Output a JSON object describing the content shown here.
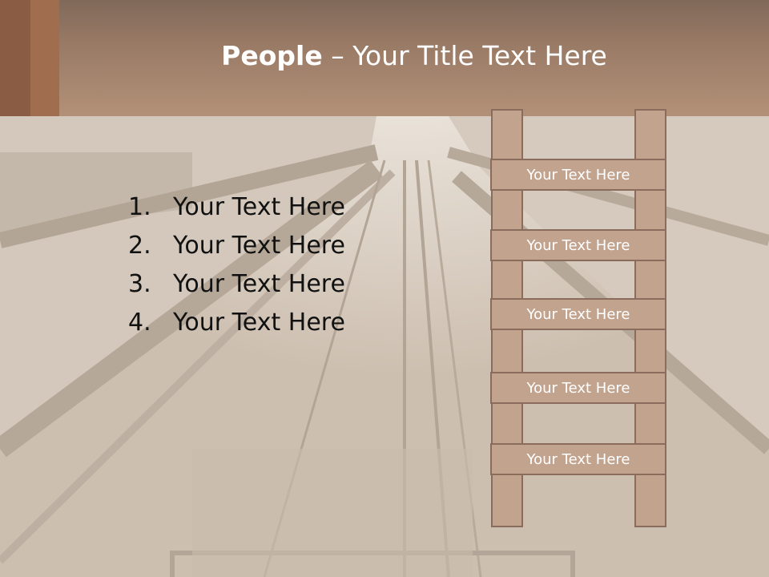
{
  "slide": {
    "title_bold": "People",
    "title_rest": " – Your Title Text Here",
    "list": [
      {
        "num": "1.",
        "text": "Your Text Here"
      },
      {
        "num": "2.",
        "text": "Your Text Here"
      },
      {
        "num": "3.",
        "text": "Your Text Here"
      },
      {
        "num": "4.",
        "text": "Your Text Here"
      }
    ],
    "ladder_rungs": [
      "Your Text Here",
      "Your Text Here",
      "Your Text Here",
      "Your Text Here",
      "Your Text Here"
    ]
  },
  "colors": {
    "title_bar": "#9a7b66",
    "accent_dark": "#8a5c43",
    "accent_mid": "#a06e4f",
    "ladder_fill": "#c2a38e",
    "ladder_border": "#8a6c5c"
  }
}
